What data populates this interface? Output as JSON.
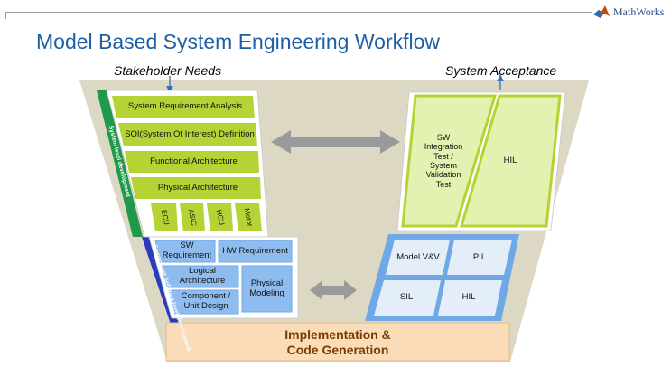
{
  "header": {
    "brand": "MathWorks",
    "title": "Model Based System Engineering Workflow"
  },
  "labels": {
    "stakeholder": "Stakeholder Needs",
    "acceptance": "System Acceptance"
  },
  "system_level": {
    "side_label": "System level development",
    "blocks": [
      "System Requirement Analysis",
      "SOI(System Of Interest) Definition",
      "Functional Architecture",
      "Physical Architecture"
    ],
    "subcomponents": [
      "ECU",
      "ASIC",
      "HCU",
      "Motor"
    ]
  },
  "component_level": {
    "side_label": "Component Software level development",
    "sw_req": "SW Requirement",
    "hw_req": "HW Requirement",
    "logical": "Logical Architecture",
    "physical": "Physical Modeling",
    "component": "Component / Unit Design"
  },
  "acceptance_tests": {
    "sw_integration": "SW Integration Test / System Validation Test",
    "hil": "HIL"
  },
  "verification": {
    "model_vv": "Model V&V",
    "pil": "PIL",
    "sil": "SIL",
    "hil": "HIL"
  },
  "implementation": {
    "line1": "Implementation &",
    "line2": "Code Generation"
  },
  "colors": {
    "title": "#1f5fa5",
    "green": "#b5d334",
    "blue": "#6ea8e6",
    "impl": "#fbdcb9",
    "bg": "#ddd8c4"
  }
}
